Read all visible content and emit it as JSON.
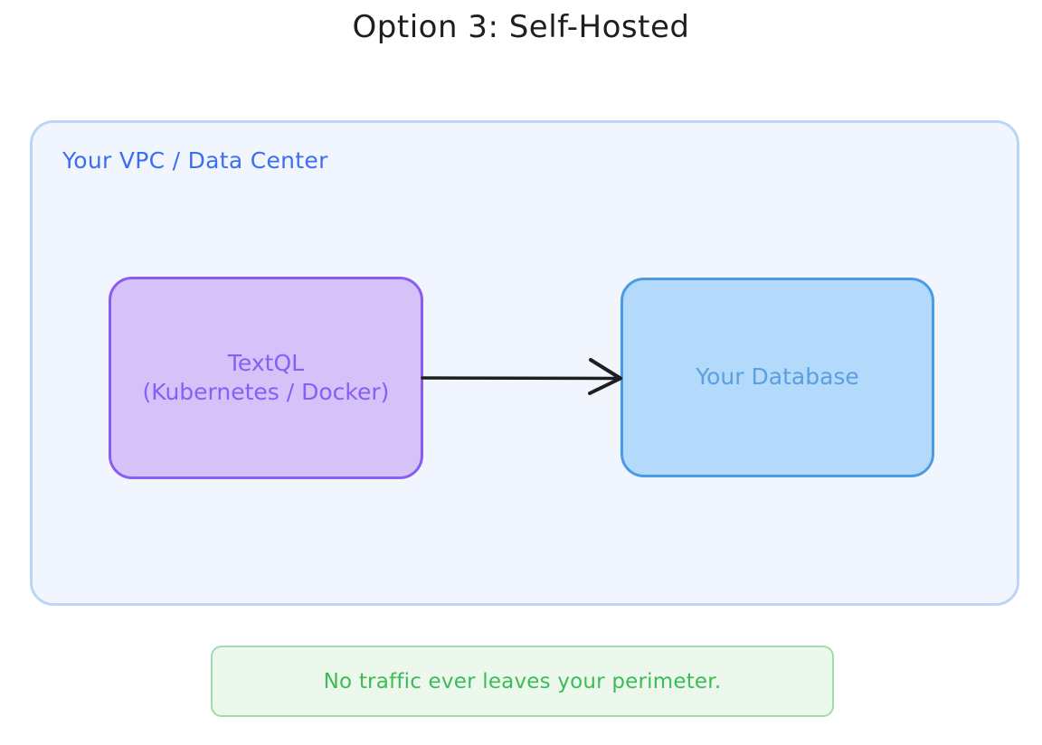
{
  "title": "Option 3: Self-Hosted",
  "container": {
    "label": "Your VPC / Data Center",
    "fill": "#f1f5fe",
    "stroke": "#bcd4f6",
    "text_color": "#3b6ef0"
  },
  "nodes": [
    {
      "id": "textql",
      "line1": "TextQL",
      "line2": "(Kubernetes / Docker)",
      "fill": "#d4c2f8",
      "stroke": "#8a5cf2",
      "text_color": "#8b5cf6"
    },
    {
      "id": "database",
      "label": "Your Database",
      "fill": "#b4dafb",
      "stroke": "#4a9ae8",
      "text_color": "#5a9fe0"
    }
  ],
  "edges": [
    {
      "id": "textql-to-database",
      "from": "textql",
      "to": "database",
      "label": "",
      "color": "#1e1e1e",
      "arrowhead": "open"
    }
  ],
  "note": {
    "text": "No traffic ever leaves your perimeter.",
    "fill": "#ecf8ec",
    "stroke": "#a0dcab",
    "text_color": "#3dbb58"
  }
}
